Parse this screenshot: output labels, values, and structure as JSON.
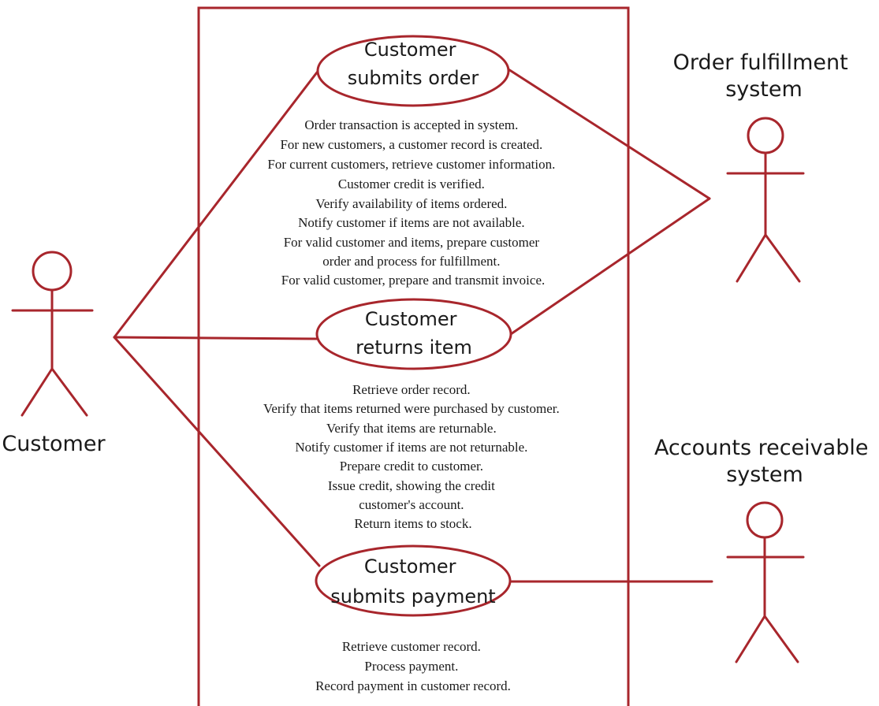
{
  "colors": {
    "line": "#a8262c",
    "text": "#1a1a1a",
    "background": "#ffffff"
  },
  "actors": {
    "customer": {
      "label": "Customer"
    },
    "order_fulfillment": {
      "label_lines": [
        "Order fulfillment",
        "system"
      ]
    },
    "accounts_receivable": {
      "label_lines": [
        "Accounts receivable",
        "system"
      ]
    }
  },
  "use_cases": [
    {
      "title_lines": [
        "Customer",
        "submits order"
      ],
      "description": [
        "Order transaction is accepted in system.",
        "For new customers, a customer record is created.",
        "For current customers, retrieve customer information.",
        "Customer credit is verified.",
        "Verify availability of items ordered.",
        "Notify customer if items are not available.",
        "For valid customer and items, prepare customer",
        "order and process for fulfillment.",
        "For valid customer, prepare and transmit invoice."
      ]
    },
    {
      "title_lines": [
        "Customer",
        "returns item"
      ],
      "description": [
        "Retrieve order record.",
        "Verify that items returned were purchased by customer.",
        "Verify that items are returnable.",
        "Notify customer if items are not returnable.",
        "Prepare credit to customer.",
        "Issue credit, showing the credit",
        "customer's account.",
        "Return items to stock."
      ]
    },
    {
      "title_lines": [
        "Customer",
        "submits payment"
      ],
      "description": [
        "Retrieve customer record.",
        "Process payment.",
        "Record payment in customer record."
      ]
    }
  ]
}
